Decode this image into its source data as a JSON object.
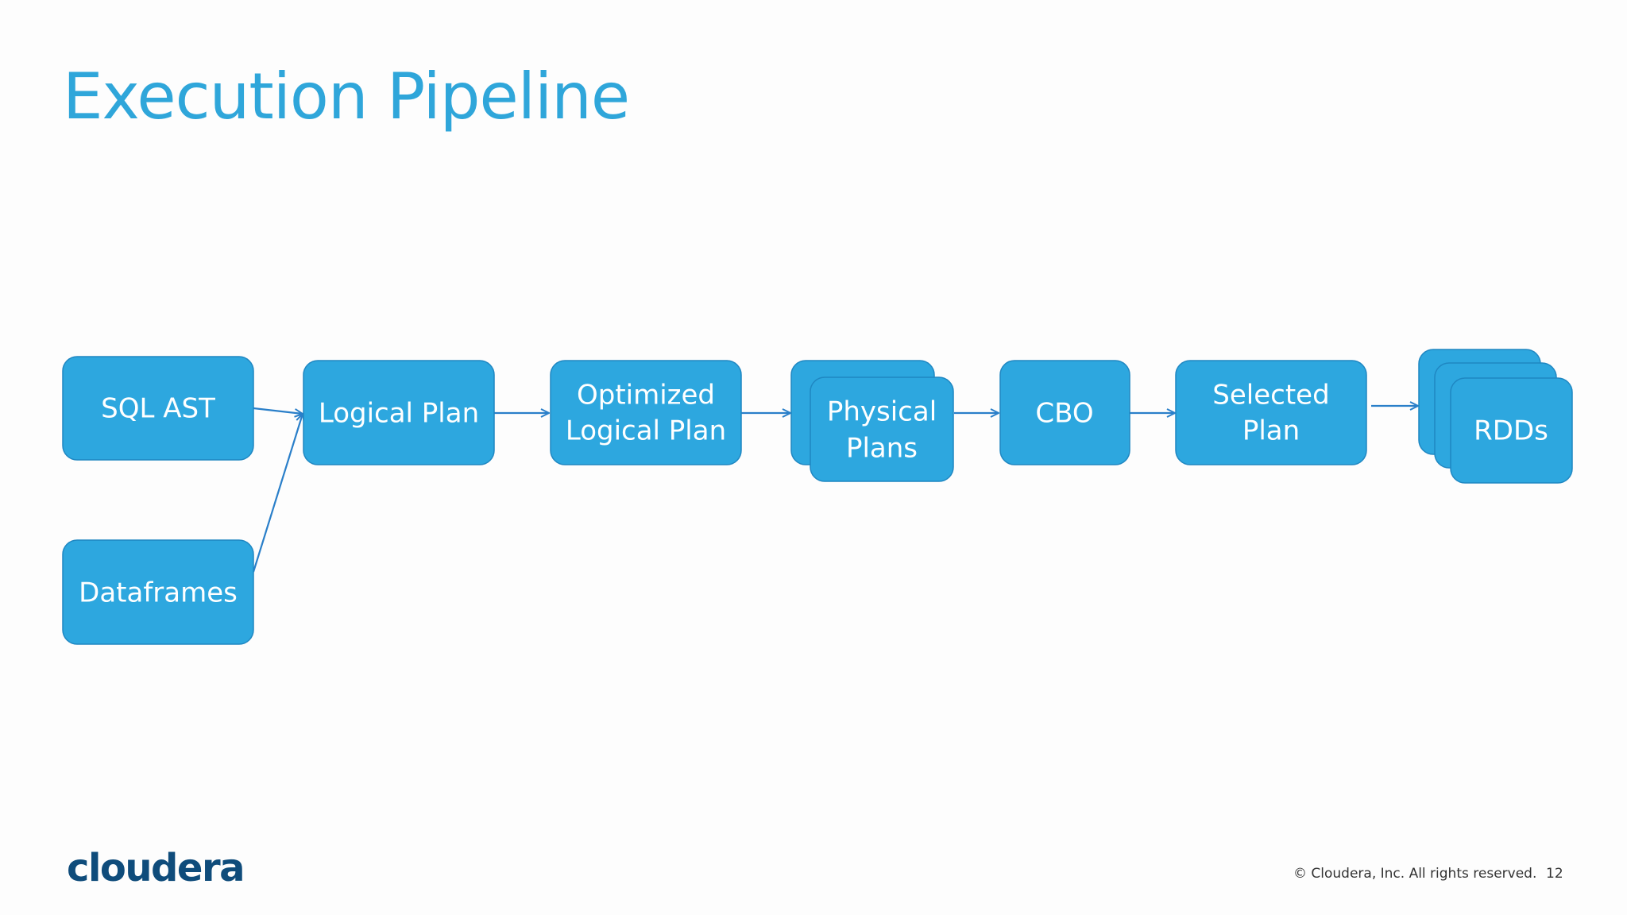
{
  "slide": {
    "title": "Execution Pipeline",
    "logo_text": "cloudera",
    "copyright": "© Cloudera, Inc. All rights reserved.",
    "page_number": "12"
  },
  "diagram": {
    "nodes": {
      "sql_ast": {
        "line1": "SQL AST"
      },
      "dataframes": {
        "line1": "Dataframes"
      },
      "logical_plan": {
        "line1": "Logical Plan"
      },
      "optimized_logical_plan": {
        "line1": "Optimized",
        "line2": "Logical Plan"
      },
      "physical_plans": {
        "line1": "Physical",
        "line2": "Plans"
      },
      "cbo": {
        "line1": "CBO"
      },
      "selected_plan": {
        "line1": "Selected",
        "line2": "Plan"
      },
      "rdds": {
        "line1": "RDDs"
      }
    },
    "edges": [
      {
        "from": "SQL AST",
        "to": "Logical Plan"
      },
      {
        "from": "Dataframes",
        "to": "Logical Plan"
      },
      {
        "from": "Logical Plan",
        "to": "Optimized Logical Plan"
      },
      {
        "from": "Optimized Logical Plan",
        "to": "Physical Plans"
      },
      {
        "from": "Physical Plans",
        "to": "CBO"
      },
      {
        "from": "CBO",
        "to": "Selected Plan"
      },
      {
        "from": "Selected Plan",
        "to": "RDDs"
      }
    ]
  },
  "colors": {
    "title": "#2fa6da",
    "node_fill": "#2da7df",
    "node_border": "#1f87c2",
    "arrow": "#2a7fc9",
    "logo": "#0f4c7b"
  }
}
